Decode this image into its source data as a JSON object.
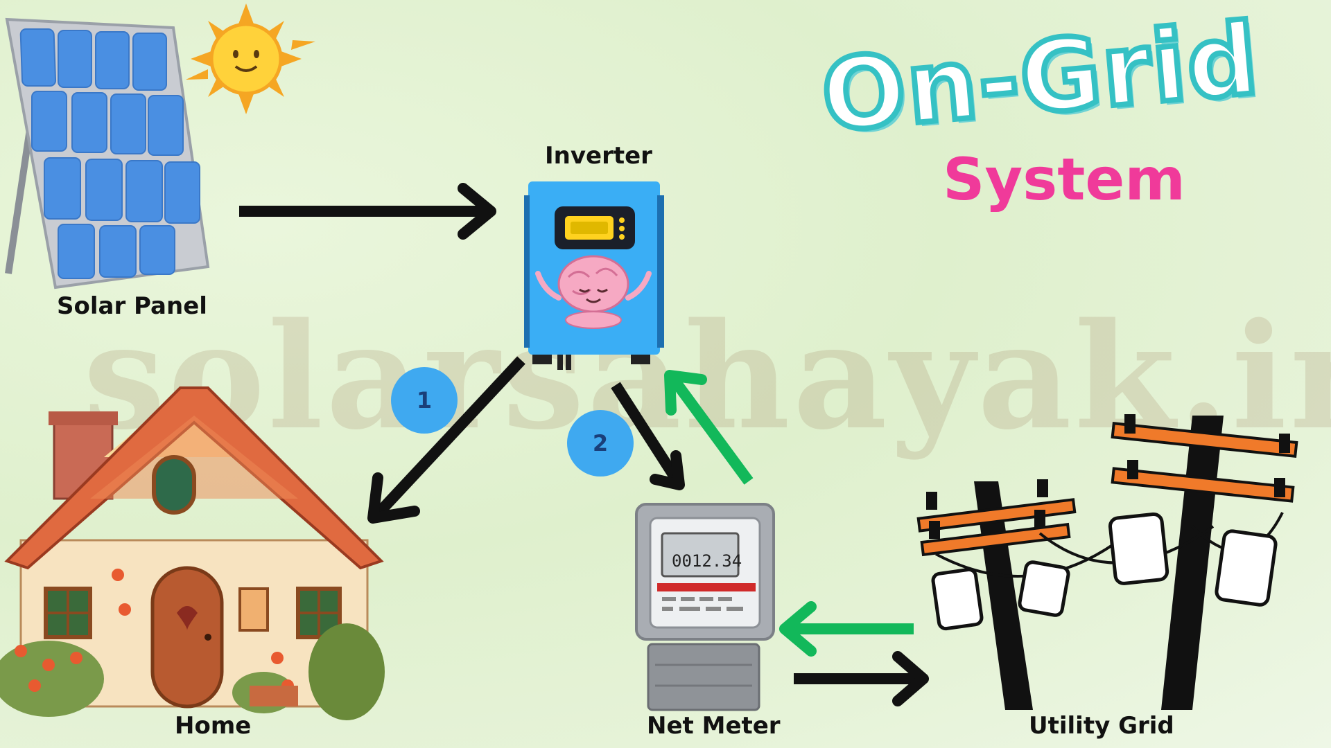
{
  "title": {
    "line1": "On-Grid",
    "line2": "System"
  },
  "watermark": "solarsahayak.in",
  "components": {
    "solar_panel": "Solar Panel",
    "inverter": "Inverter",
    "home": "Home",
    "net_meter": "Net Meter",
    "utility_grid": "Utility Grid"
  },
  "steps": {
    "step1": "1",
    "step2": "2"
  },
  "meter_display": "0012.34",
  "colors": {
    "flow_arrow": "#111111",
    "return_arrow": "#12b85a",
    "badge": "#3fa9f0",
    "title_outline": "#35c1c4",
    "subtitle": "#f03a9a",
    "inverter_body": "#3aaef5"
  }
}
